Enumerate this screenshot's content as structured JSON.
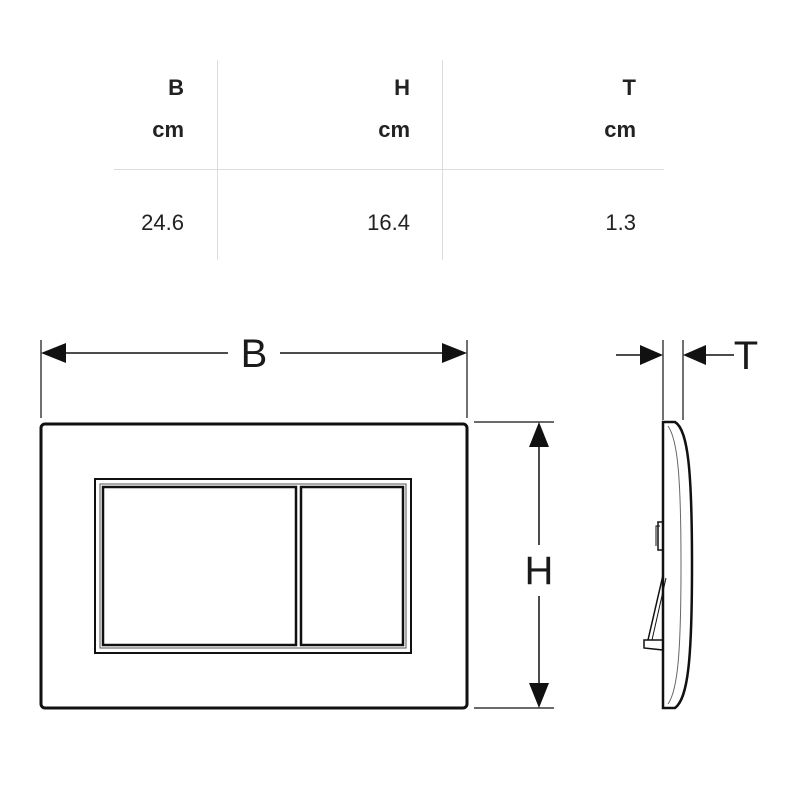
{
  "table": {
    "headers": [
      {
        "symbol": "B",
        "unit": "cm"
      },
      {
        "symbol": "H",
        "unit": "cm"
      },
      {
        "symbol": "T",
        "unit": "cm"
      }
    ],
    "values": [
      "24.6",
      "16.4",
      "1.3"
    ]
  },
  "diagram": {
    "width_label": "B",
    "height_label": "H",
    "depth_label": "T"
  }
}
